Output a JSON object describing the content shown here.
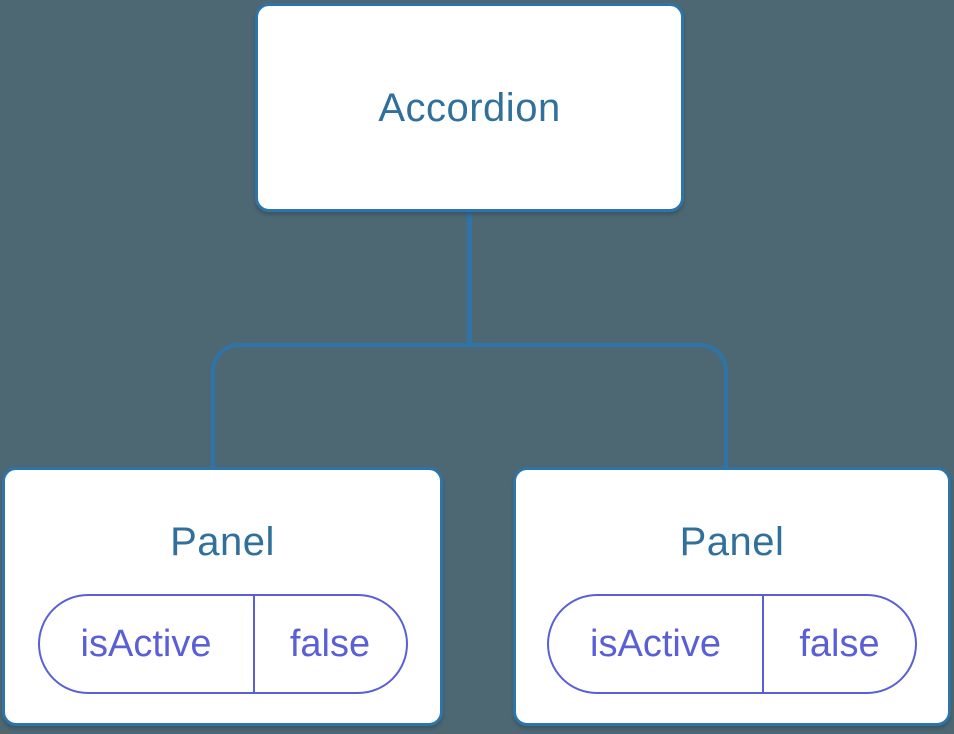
{
  "diagram": {
    "type": "component-tree",
    "colors": {
      "background": "#4D6872",
      "connector_blue": "#2E74A9",
      "node_border": "#2E74A9",
      "node_fill": "#FFFFFF",
      "title_text": "#31709B",
      "state_purple": "#5B5FD6"
    },
    "root": {
      "label": "Accordion"
    },
    "children": [
      {
        "label": "Panel",
        "state": {
          "key": "isActive",
          "value": "false"
        }
      },
      {
        "label": "Panel",
        "state": {
          "key": "isActive",
          "value": "false"
        }
      }
    ]
  }
}
